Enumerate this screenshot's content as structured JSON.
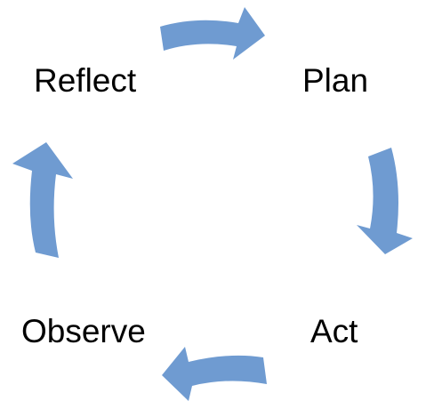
{
  "cycle": {
    "steps": [
      {
        "label": "Reflect"
      },
      {
        "label": "Plan"
      },
      {
        "label": "Act"
      },
      {
        "label": "Observe"
      }
    ],
    "arrow_color": "#6f9bd1"
  }
}
